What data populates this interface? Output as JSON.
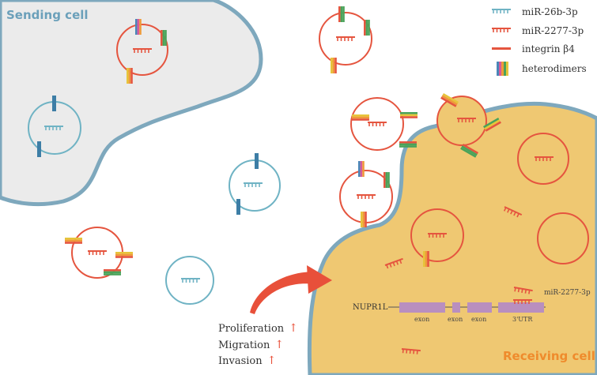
{
  "colors": {
    "sending_cell_fill": "#ebebeb",
    "sending_cell_border": "#7ea8bd",
    "receiving_cell_fill": "#efc872",
    "receiving_cell_border": "#7ea8bd",
    "mir26b": "#6fb3c4",
    "mir2277": "#e5553f",
    "integrin": "#e5553f",
    "exon": "#b98fbf",
    "arrow": "#e8503a",
    "sending_label": "#6ba0ba",
    "receiving_label": "#ef8b2c",
    "hetero": [
      "#4a86b8",
      "#d65a9c",
      "#ef9a3a",
      "#e6c53a",
      "#4aa35a"
    ]
  },
  "labels": {
    "sending_cell": "Sending cell",
    "receiving_cell": "Receiving cell"
  },
  "legend": [
    {
      "icon": "mir26b-icon",
      "text": "miR-26b-3p"
    },
    {
      "icon": "mir2277-icon",
      "text": "miR-2277-3p"
    },
    {
      "icon": "integrin-icon",
      "text": "integrin β4"
    },
    {
      "icon": "heterodimer-icon",
      "text": "heterodimers"
    }
  ],
  "gene": {
    "name": "NUPR1L",
    "exons": [
      "exon",
      "exon",
      "exon"
    ],
    "utr": "3'UTR",
    "mirna": "miR-2277-3p"
  },
  "outcomes": [
    {
      "text": "Proliferation",
      "arrow": "↑"
    },
    {
      "text": "Migration",
      "arrow": "↑"
    },
    {
      "text": "Invasion",
      "arrow": "↑"
    }
  ]
}
